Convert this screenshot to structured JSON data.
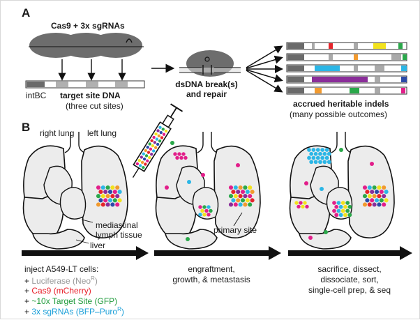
{
  "panelA": {
    "label": "A",
    "cas9_title": "Cas9 + 3x sgRNAs",
    "intbc": "intBC",
    "target_label": "target site DNA",
    "target_sub": "(three cut sites)",
    "break_line1": "dsDNA break(s)",
    "break_line2": "and repair",
    "indels_title": "accrued heritable indels",
    "indels_sub": "(many possible outcomes)"
  },
  "panelB": {
    "label": "B",
    "right_lung": "right lung",
    "left_lung": "left lung",
    "mediastinal_line1": "mediastinal",
    "mediastinal_line2": "lymph tissue",
    "liver": "liver",
    "primary_site": "primary site",
    "inject_title": "inject A549-LT cells:",
    "inject_items": [
      {
        "prefix": "+ ",
        "text": "Luciferase (Neo",
        "sup": "R",
        "suffix": ")",
        "color": "#9a9a9a"
      },
      {
        "prefix": "+ ",
        "text": "Cas9 (mCherry)",
        "sup": "",
        "suffix": "",
        "color": "#e8202a"
      },
      {
        "prefix": "+ ",
        "text": "~10x Target Site (GFP)",
        "sup": "",
        "suffix": "",
        "color": "#1e9a3a"
      },
      {
        "prefix": "+ ",
        "text": "3x sgRNAs (BFP–Puro",
        "sup": "R",
        "suffix": ")",
        "color": "#1a9fd8"
      }
    ],
    "stage2_line1": "engraftment,",
    "stage2_line2": "growth, & metastasis",
    "stage3_line1": "sacrifice, dissect,",
    "stage3_line2": "dissociate, sort,",
    "stage3_line3": "single-cell prep, & seq"
  },
  "colors": {
    "magenta": "#e21e8a",
    "cyan": "#2bb6e6",
    "green": "#2aa84a",
    "yellow": "#f2e21d",
    "orange": "#f29a2e",
    "red": "#e5242b",
    "purple": "#8a2d99",
    "blue": "#2a4aa8",
    "lung_fill": "#ececec",
    "cas9_fill": "#6b6b6b"
  }
}
